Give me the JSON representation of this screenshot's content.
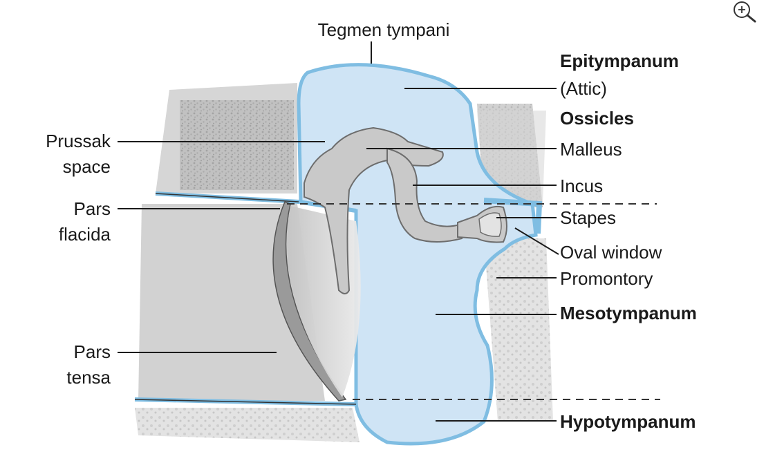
{
  "labels": {
    "tegmen": "Tegmen tympani",
    "epitympanum": "Epitympanum",
    "attic": "(Attic)",
    "ossicles": "Ossicles",
    "malleus": "Malleus",
    "incus": "Incus",
    "stapes": "Stapes",
    "oval_window": "Oval window",
    "promontory": "Promontory",
    "mesotympanum": "Mesotympanum",
    "hypotympanum": "Hypotympanum",
    "prussak_1": "Prussak",
    "prussak_2": "space",
    "pars_flacida_1": "Pars",
    "pars_flacida_2": "flacida",
    "pars_tensa_1": "Pars",
    "pars_tensa_2": "tensa"
  },
  "icons": {
    "zoom": "zoom-in-icon"
  },
  "colors": {
    "cavity": "#cfe4f5",
    "lining": "#8ec8e8",
    "bone": "#d4d4d4",
    "ossicle": "#c9c9c9"
  }
}
